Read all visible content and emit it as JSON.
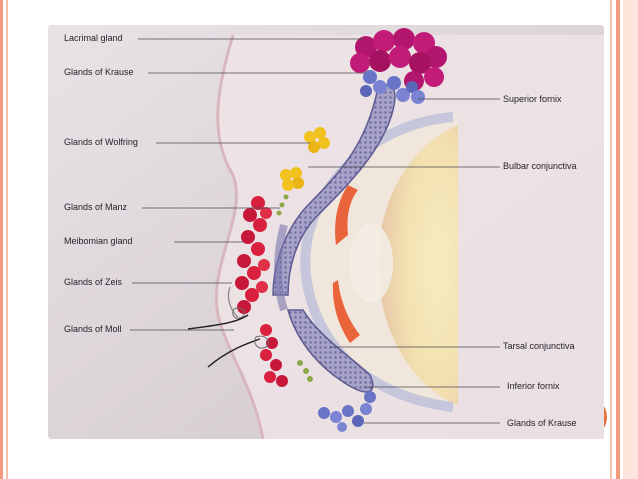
{
  "labels": {
    "lacrimal_gland": "Lacrimal gland",
    "glands_of_krause_top": "Glands of Krause",
    "glands_of_wolfring": "Glands of Wolfring",
    "glands_of_manz": "Glands of Manz",
    "meibomian_gland": "Meibomian gland",
    "glands_of_zeis": "Glands of Zeis",
    "glands_of_moll": "Glands of Moll",
    "superior_fornix": "Superior fornix",
    "bulbar_conjunctiva": "Bulbar conjunctiva",
    "tarsal_conjunctiva": "Tarsal conjunctiva",
    "inferior_fornix": "Inferior fornix",
    "glands_of_krause_bottom": "Glands of Krause"
  },
  "colors": {
    "slide_accent": "#f29b7f",
    "lacrimal": "#b3166e",
    "krause": "#6a74c7",
    "wolfring": "#f2c21e",
    "meibomian": "#d9213f",
    "conjunctiva": "#8e8ab8",
    "skin": "#ead9dc",
    "cornea": "#f6e9a8",
    "iris": "#e9643a"
  }
}
